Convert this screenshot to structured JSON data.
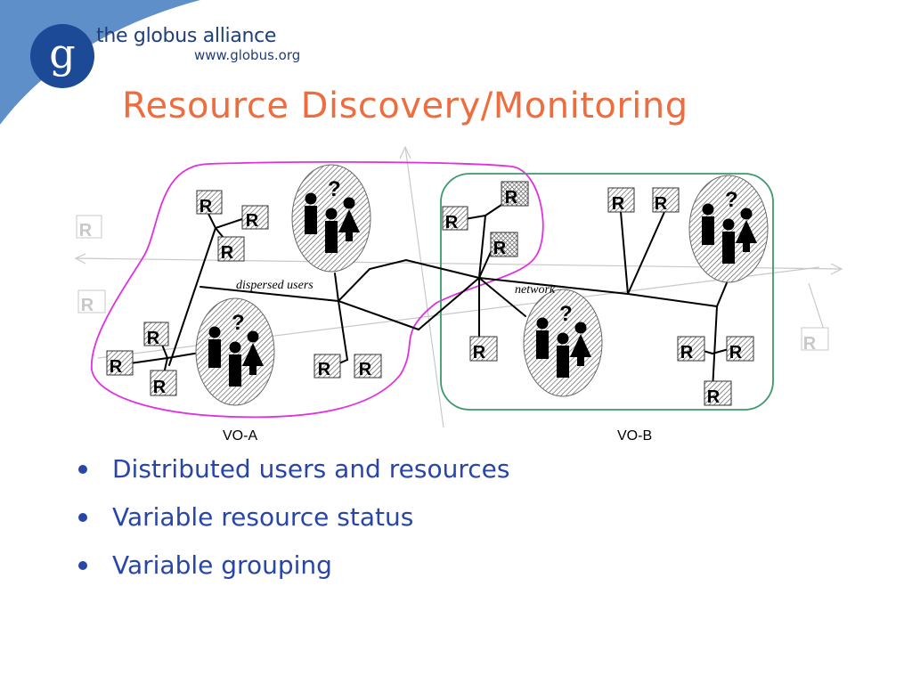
{
  "header": {
    "logo_letter": "g",
    "logo_name": "the globus alliance",
    "logo_url": "www.globus.org",
    "title": "Resource Discovery/Monitoring",
    "accent_color": "#ee6d3e",
    "brand_color": "#1f3f7a"
  },
  "diagram": {
    "resource_label": "R",
    "query_symbol": "?",
    "dispersed_users_label": "dispersed users",
    "network_label": "network",
    "vo_a_label": "VO-A",
    "vo_b_label": "VO-B",
    "vo_a_color": "#e030e0",
    "vo_b_color": "#3a9a6a",
    "icons": [
      "resource-box-icon",
      "user-group-icon",
      "person-icon"
    ]
  },
  "bullets": [
    {
      "text": "Distributed users and resources"
    },
    {
      "text": "Variable resource status"
    },
    {
      "text": "Variable grouping"
    }
  ],
  "bullet_color": "#2845a8"
}
